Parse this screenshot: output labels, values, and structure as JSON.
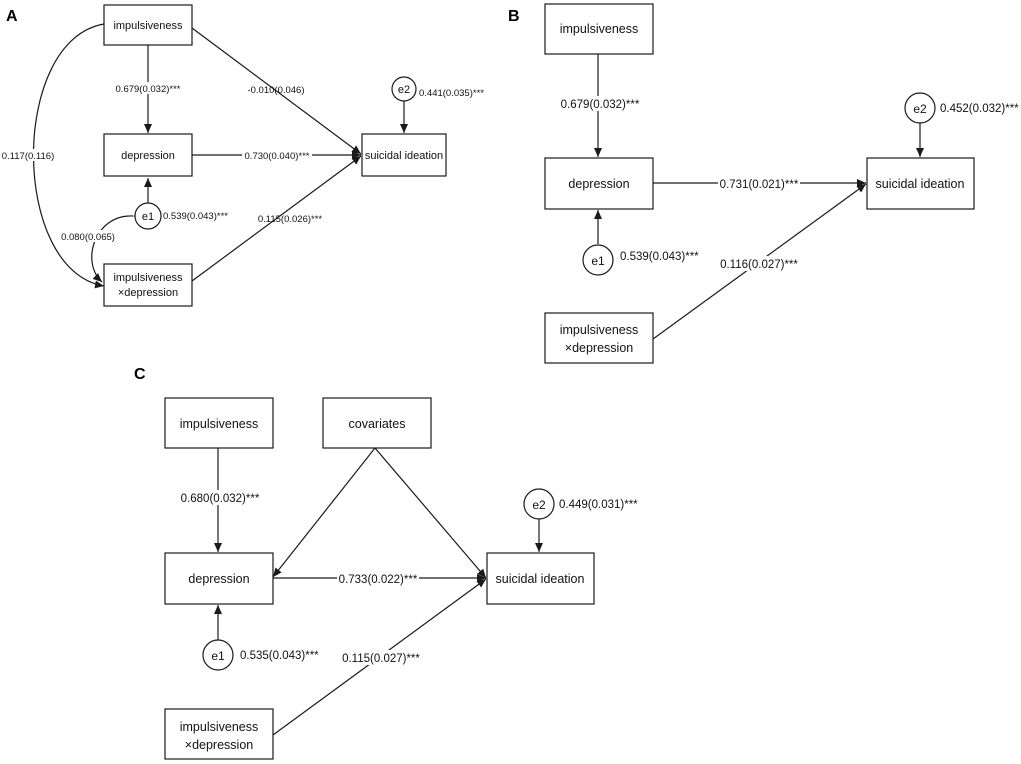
{
  "panels": {
    "A": {
      "label": "A",
      "nodes": {
        "impulsiveness": "impulsiveness",
        "depression": "depression",
        "interaction_line1": "impulsiveness",
        "interaction_line2": "×depression",
        "suicidal": "suicidal ideation",
        "e1": "e1",
        "e2": "e2"
      },
      "paths": {
        "imp_dep": "0.679(0.032)***",
        "imp_si": "-0.010(0.046)",
        "dep_si": "0.730(0.040)***",
        "int_si": "0.115(0.026)***",
        "cov_imp_int": "0.117(0.116)",
        "cov_e1_int": "0.080(0.065)",
        "e1": "0.539(0.043)***",
        "e2": "0.441(0.035)***"
      }
    },
    "B": {
      "label": "B",
      "nodes": {
        "impulsiveness": "impulsiveness",
        "depression": "depression",
        "interaction_line1": "impulsiveness",
        "interaction_line2": "×depression",
        "suicidal": "suicidal ideation",
        "e1": "e1",
        "e2": "e2"
      },
      "paths": {
        "imp_dep": "0.679(0.032)***",
        "dep_si": "0.731(0.021)***",
        "int_si": "0.116(0.027)***",
        "e1": "0.539(0.043)***",
        "e2": "0.452(0.032)***"
      }
    },
    "C": {
      "label": "C",
      "nodes": {
        "impulsiveness": "impulsiveness",
        "covariates": "covariates",
        "depression": "depression",
        "interaction_line1": "impulsiveness",
        "interaction_line2": "×depression",
        "suicidal": "suicidal ideation",
        "e1": "e1",
        "e2": "e2"
      },
      "paths": {
        "imp_dep": "0.680(0.032)***",
        "dep_si": "0.733(0.022)***",
        "int_si": "0.115(0.027)***",
        "e1": "0.535(0.043)***",
        "e2": "0.449(0.031)***"
      }
    }
  }
}
